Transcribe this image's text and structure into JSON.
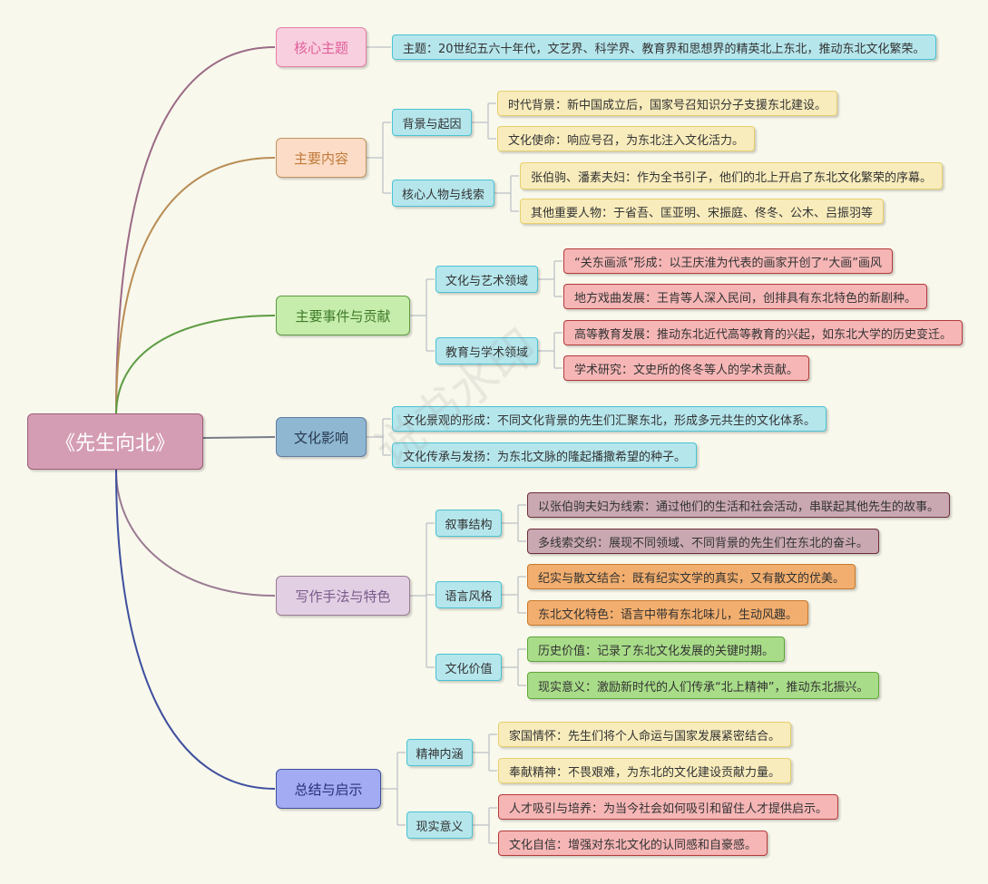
{
  "center": "《先生向北》",
  "branches": {
    "core": {
      "label": "核心主题",
      "leaves": [
        "主题：20世纪五六十年代，文艺界、科学界、教育界和思想界的精英北上东北，推动东北文化繁荣。"
      ]
    },
    "content": {
      "label": "主要内容",
      "subs": [
        {
          "label": "背景与起因",
          "leaves": [
            "时代背景：新中国成立后，国家号召知识分子支援东北建设。",
            "文化使命：响应号召，为东北注入文化活力。"
          ]
        },
        {
          "label": "核心人物与线索",
          "leaves": [
            "张伯驹、潘素夫妇：作为全书引子，他们的北上开启了东北文化繁荣的序幕。",
            "其他重要人物：于省吾、匡亚明、宋振庭、佟冬、公木、吕振羽等"
          ]
        }
      ]
    },
    "events": {
      "label": "主要事件与贡献",
      "subs": [
        {
          "label": "文化与艺术领域",
          "leaves": [
            "“关东画派”形成：以王庆淮为代表的画家开创了“大画”画风",
            "地方戏曲发展：王肯等人深入民间，创排具有东北特色的新剧种。"
          ]
        },
        {
          "label": "教育与学术领域",
          "leaves": [
            "高等教育发展：推动东北近代高等教育的兴起，如东北大学的历史变迁。",
            "学术研究：文史所的佟冬等人的学术贡献。"
          ]
        }
      ]
    },
    "influence": {
      "label": "文化影响",
      "leaves": [
        "文化景观的形成：不同文化背景的先生们汇聚东北，形成多元共生的文化体系。",
        "文化传承与发扬：为东北文脉的隆起播撒希望的种子。"
      ]
    },
    "writing": {
      "label": "写作手法与特色",
      "subs": [
        {
          "label": "叙事结构",
          "leaves": [
            "以张伯驹夫妇为线索：通过他们的生活和社会活动，串联起其他先生的故事。",
            "多线索交织：展现不同领域、不同背景的先生们在东北的奋斗。"
          ]
        },
        {
          "label": "语言风格",
          "leaves": [
            "纪实与散文结合：既有纪实文学的真实，又有散文的优美。",
            "东北文化特色：语言中带有东北味儿，生动风趣。"
          ]
        },
        {
          "label": "文化价值",
          "leaves": [
            "历史价值：记录了东北文化发展的关键时期。",
            "现实意义：激励新时代的人们传承“北上精神”，推动东北振兴。"
          ]
        }
      ]
    },
    "summary": {
      "label": "总结与启示",
      "subs": [
        {
          "label": "精神内涵",
          "leaves": [
            "家国情怀：先生们将个人命运与国家发展紧密结合。",
            "奉献精神：不畏艰难，为东北的文化建设贡献力量。"
          ]
        },
        {
          "label": "现实意义",
          "leaves": [
            "人才吸引与培养：为当今社会如何吸引和留住人才提供启示。",
            "文化自信：增强对东北文化的认同感和自豪感。"
          ]
        }
      ]
    }
  },
  "colors": {
    "center_fill": "#d59db3",
    "core": "#e080a4",
    "content": "#c19462",
    "events": "#5c9c42",
    "influence": "#8a8fa0",
    "writing": "#9a7a92",
    "summary": "#3f4f9e",
    "leaf_connector": "#c5c9cc"
  },
  "watermark": "说书水印"
}
